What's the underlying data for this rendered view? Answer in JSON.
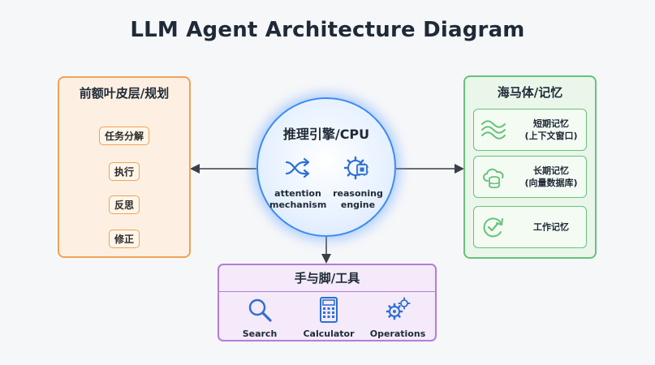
{
  "title": "LLM Agent Architecture Diagram",
  "prefrontal": {
    "title": "前额叶皮层/规划",
    "steps": [
      "任务分解",
      "执行",
      "反思",
      "修正"
    ]
  },
  "reasoning": {
    "title": "推理引擎/CPU",
    "items": [
      {
        "label_line1": "attention",
        "label_line2": "mechanism",
        "icon": "shuffle-icon"
      },
      {
        "label_line1": "reasoning",
        "label_line2": "engine",
        "icon": "gear-chip-icon"
      }
    ]
  },
  "hippocampus": {
    "title": "海马体/记忆",
    "memories": [
      {
        "line1": "短期记忆",
        "line2": "(上下文窗口)",
        "icon": "waves-icon"
      },
      {
        "line1": "长期记忆",
        "line2": "(向量数据库)",
        "icon": "cloud-database-icon"
      },
      {
        "line1": "工作记忆",
        "line2": "",
        "icon": "refresh-check-icon"
      }
    ]
  },
  "tools": {
    "title": "手与脚/工具",
    "items": [
      {
        "label": "Search",
        "icon": "search-icon"
      },
      {
        "label": "Calculator",
        "icon": "calculator-icon"
      },
      {
        "label": "Operations",
        "icon": "gears-icon"
      }
    ]
  },
  "colors": {
    "planning_border": "#f0a25a",
    "memory_border": "#67c27b",
    "engine_border": "#3b8cf0",
    "tools_border": "#b77bd6",
    "icon_blue": "#2f6fd1"
  }
}
